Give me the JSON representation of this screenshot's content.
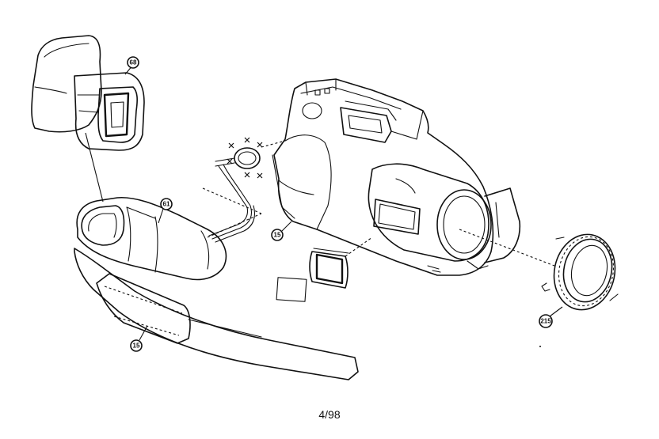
{
  "callouts": {
    "eyecup": "68",
    "viewfinder": "61",
    "cabinet": "15",
    "grip_strap": "15",
    "lens_ring": "215"
  },
  "footer": {
    "page_number": "4/98"
  }
}
